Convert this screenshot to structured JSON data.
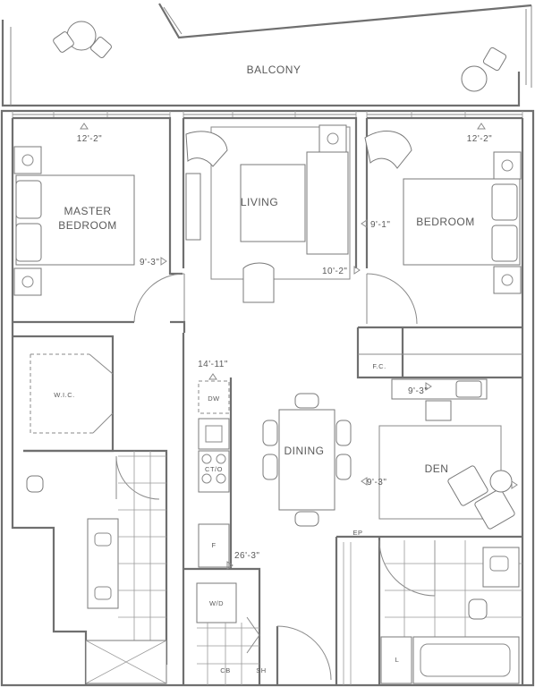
{
  "rooms": {
    "balcony": "BALCONY",
    "master_bedroom_line1": "MASTER",
    "master_bedroom_line2": "BEDROOM",
    "living": "LIVING",
    "bedroom": "BEDROOM",
    "wic": "W.I.C.",
    "dining": "DINING",
    "den": "DEN"
  },
  "dimensions": {
    "master_width": "12'-2\"",
    "master_depth": "9'-3\"",
    "bedroom_width": "12'-2\"",
    "bedroom_depth": "9'-1\"",
    "living_width": "10'-2\"",
    "kitchen_length": "14'-11\"",
    "den_width": "9'-3\"",
    "den_depth": "9'-3\"",
    "laundry_width": "26'-3\""
  },
  "fixtures": {
    "fc": "F.C.",
    "dw": "DW",
    "ct_o": "CT/O",
    "f": "F",
    "wd": "W/D",
    "cb": "CB",
    "sh": "SH",
    "ep": "EP",
    "l": "L"
  },
  "colors": {
    "line": "#6f6f6f",
    "text": "#5a5a5a",
    "background": "#ffffff"
  }
}
